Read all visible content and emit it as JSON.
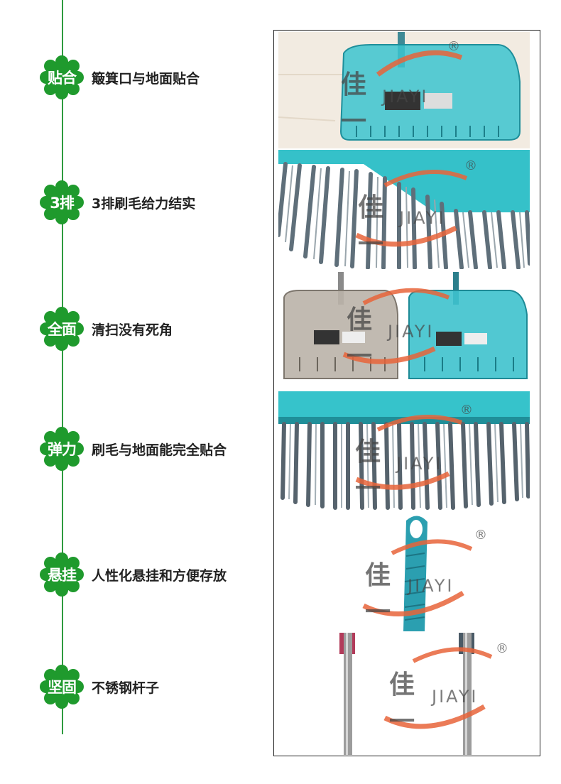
{
  "features": [
    {
      "badge": "贴合",
      "text": "簸箕口与地面贴合"
    },
    {
      "badge": "3排",
      "text": "3排刷毛给力结实"
    },
    {
      "badge": "全面",
      "text": "清扫没有死角"
    },
    {
      "badge": "弹力",
      "text": "刷毛与地面能完全贴合"
    },
    {
      "badge": "悬挂",
      "text": "人性化悬挂和方便存放"
    },
    {
      "badge": "坚固",
      "text": "不锈钢杆子"
    }
  ],
  "watermark": {
    "cn": "佳一",
    "en": "JIAYI",
    "reg": "®"
  },
  "colors": {
    "badge_green": "#1f9a2d",
    "line_green": "#2e9b3f",
    "accent_orange": "#e8643a",
    "teal": "#2bb8c8"
  }
}
